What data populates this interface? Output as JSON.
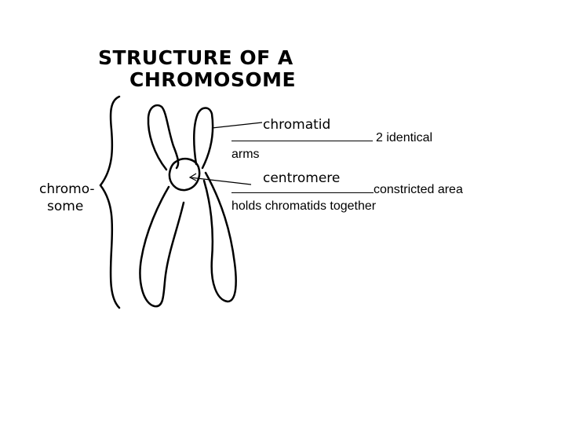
{
  "title": {
    "line1": "STRUCTURE OF A",
    "line2": "CHROMOSOME"
  },
  "labels": {
    "chromosome": "chromo-",
    "chromosome_2": "some",
    "chromatid": "chromatid",
    "centromere": "centromere"
  },
  "answers": {
    "chromatid_text": "2 identical arms",
    "centromere_text": "constricted area holds chromatids together"
  }
}
